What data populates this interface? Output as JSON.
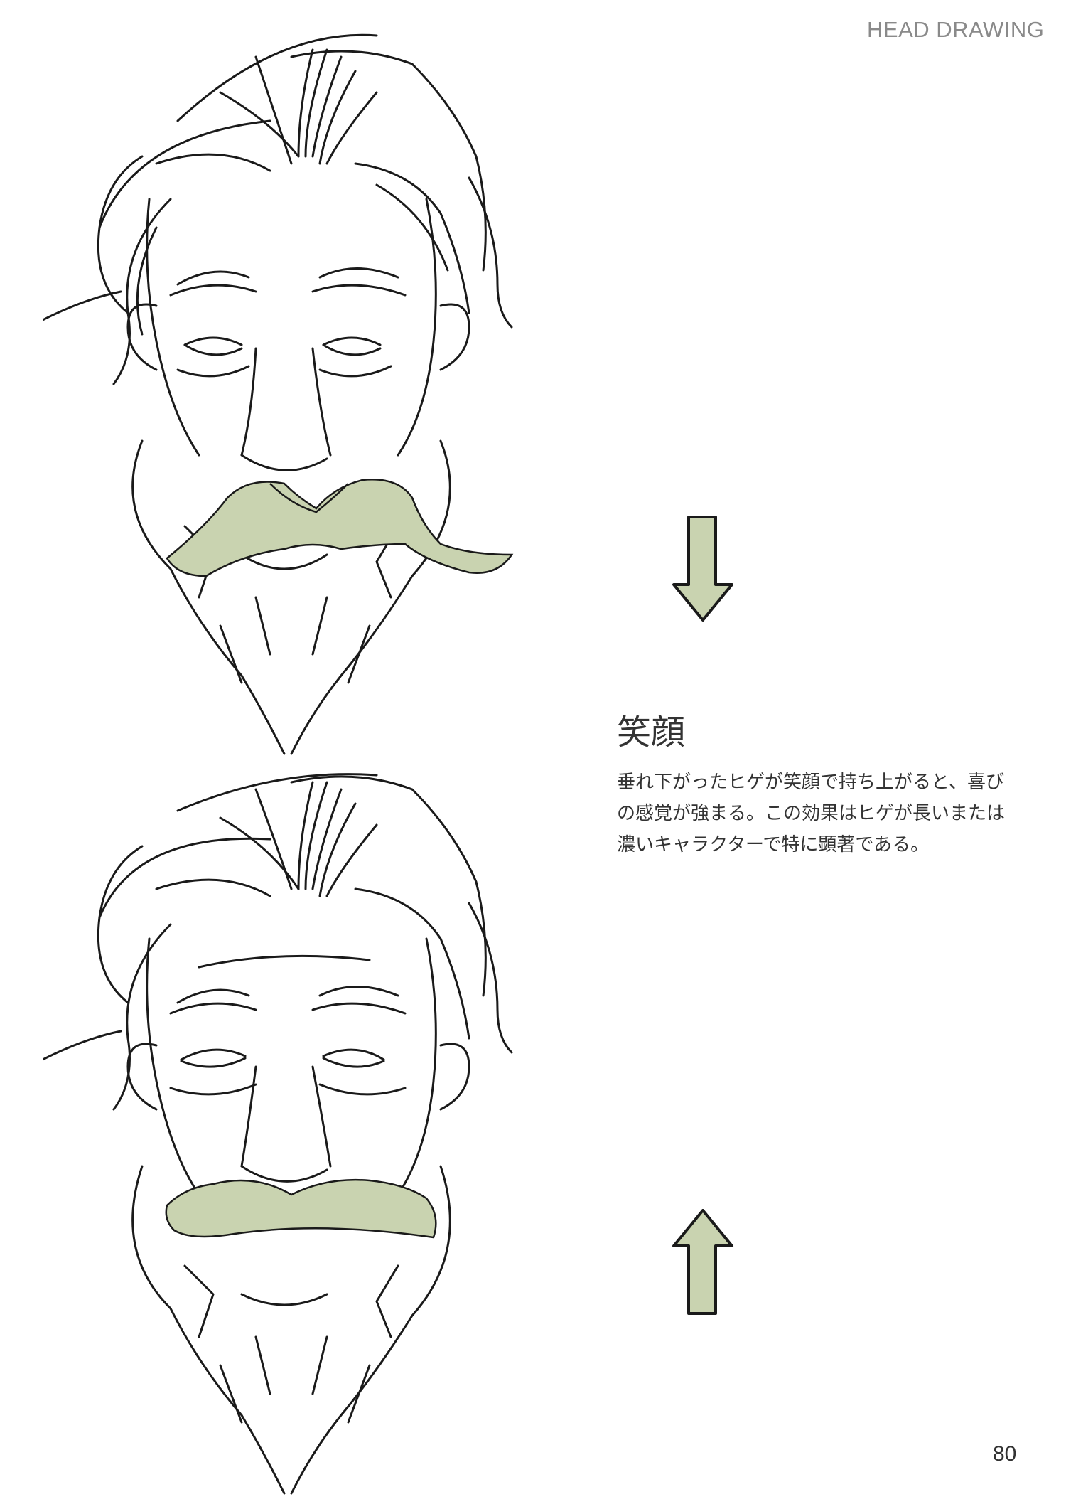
{
  "header": {
    "running_head": "HEAD DRAWING"
  },
  "section": {
    "title": "笑顔",
    "body": "垂れ下がったヒゲが笑顔で持ち上がると、喜びの感覚が強まる。この効果はヒゲが長いまたは濃いキャラクターで特に顕著である。"
  },
  "illustrations": [
    {
      "label": "neutral-face-drooping-mustache",
      "arrow": "down-arrow"
    },
    {
      "label": "smiling-face-raised-mustache",
      "arrow": "up-arrow"
    }
  ],
  "colors": {
    "highlight": "#c9d3b0",
    "line": "#1a1a1a",
    "text": "#333333",
    "running_head": "#8a8a8a"
  },
  "footer": {
    "page_number": "80"
  }
}
